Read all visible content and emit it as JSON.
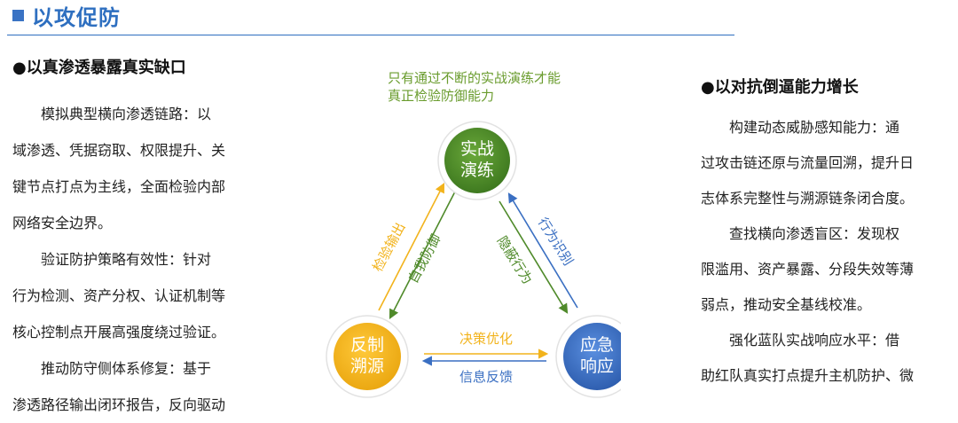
{
  "header": {
    "title": "以攻促防"
  },
  "left": {
    "heading": "●以真渗透暴露真实缺口",
    "lines": [
      "　　模拟典型横向渗透链路：以",
      "域渗透、凭据窃取、权限提升、关",
      "键节点打点为主线，全面检验内部",
      "网络安全边界。",
      "　　验证防护策略有效性：针对",
      "行为检测、资产分权、认证机制等",
      "核心控制点开展高强度绕过验证。",
      "　　推动防守侧体系修复：基于",
      "渗透路径输出闭环报告，反向驱动"
    ]
  },
  "right": {
    "heading": "●以对抗倒逼能力增长",
    "lines": [
      "　　构建动态威胁感知能力：通",
      "过攻击链还原与流量回溯，提升日",
      "志体系完整性与溯源链条闭合度。",
      "　　查找横向渗透盲区：发现权",
      "限滥用、资产暴露、分段失效等薄",
      "弱点，推动安全基线校准。",
      "　　强化蓝队实战响应水平：借",
      "助红队真实打点提升主机防护、微"
    ]
  },
  "diagram": {
    "caption_lines": [
      "只有通过不断的实战演练才能",
      "真正检验防御能力"
    ],
    "nodes": {
      "top": [
        "实战",
        "演练"
      ],
      "left": [
        "反制",
        "溯源"
      ],
      "right": [
        "应急",
        "响应"
      ]
    },
    "edges": {
      "left_outer": "检验输出",
      "left_inner": "自我防御",
      "right_inner": "隐蔽行为",
      "right_outer": "行为识别",
      "bottom_top": "决策优化",
      "bottom_bottom": "信息反馈"
    },
    "colors": {
      "green": "#4f8a2a",
      "yellow": "#f2b31c",
      "blue": "#3a6fc2",
      "caption": "#6a9c2e"
    }
  }
}
